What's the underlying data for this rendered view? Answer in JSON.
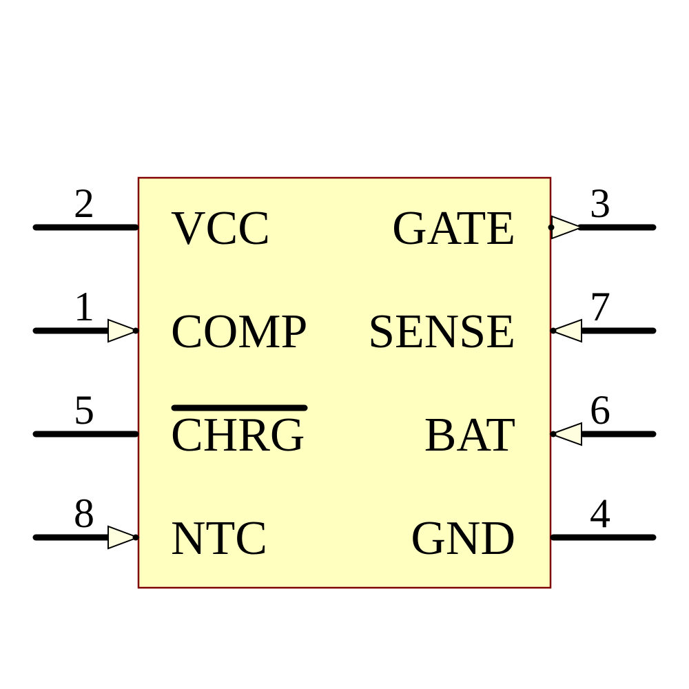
{
  "symbol": {
    "kind": "ic-schematic-symbol",
    "colors": {
      "body_fill": "#FFFFC0",
      "body_border": "#800000",
      "arrow_fill": "#FFFFE0",
      "pin_color": "#000000",
      "text_color": "#000000"
    },
    "pins": {
      "left": [
        {
          "number": "2",
          "label": "VCC"
        },
        {
          "number": "1",
          "label": "COMP"
        },
        {
          "number": "5",
          "label": "CHRG",
          "overline": true
        },
        {
          "number": "8",
          "label": "NTC"
        }
      ],
      "right": [
        {
          "number": "3",
          "label": "GATE"
        },
        {
          "number": "7",
          "label": "SENSE"
        },
        {
          "number": "6",
          "label": "BAT"
        },
        {
          "number": "4",
          "label": "GND"
        }
      ]
    }
  }
}
